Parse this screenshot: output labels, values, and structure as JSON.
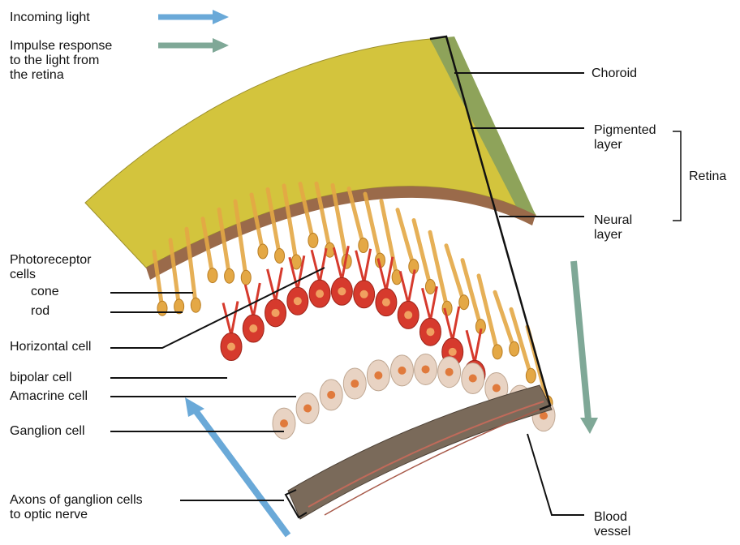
{
  "legend": {
    "incoming_light": "Incoming light",
    "impulse_response": "Impulse response\nto the light from\nthe retina",
    "incoming_color": "#6aa9d8",
    "impulse_color": "#7fa897"
  },
  "labels": {
    "choroid": "Choroid",
    "pigmented_layer": "Pigmented\nlayer",
    "retina": "Retina",
    "neural_layer": "Neural\nlayer",
    "photoreceptor_cells": "Photoreceptor\ncells",
    "cone": "cone",
    "rod": "rod",
    "horizontal_cell": "Horizontal cell",
    "bipolar_cell": "bipolar cell",
    "amacrine_cell": "Amacrine cell",
    "ganglion_cell": "Ganglion cell",
    "axons": "Axons of ganglion cells\nto optic nerve",
    "blood_vessel": "Blood\nvessel"
  },
  "colors": {
    "choroid": "#d3c43d",
    "choroid_edge": "#8ea35a",
    "pigment": "#9a6a4a",
    "photoreceptor": "#e4a845",
    "bipolar": "#d63a2d",
    "ganglion": "#e8d3c3",
    "fiber": "#6b5f52"
  }
}
